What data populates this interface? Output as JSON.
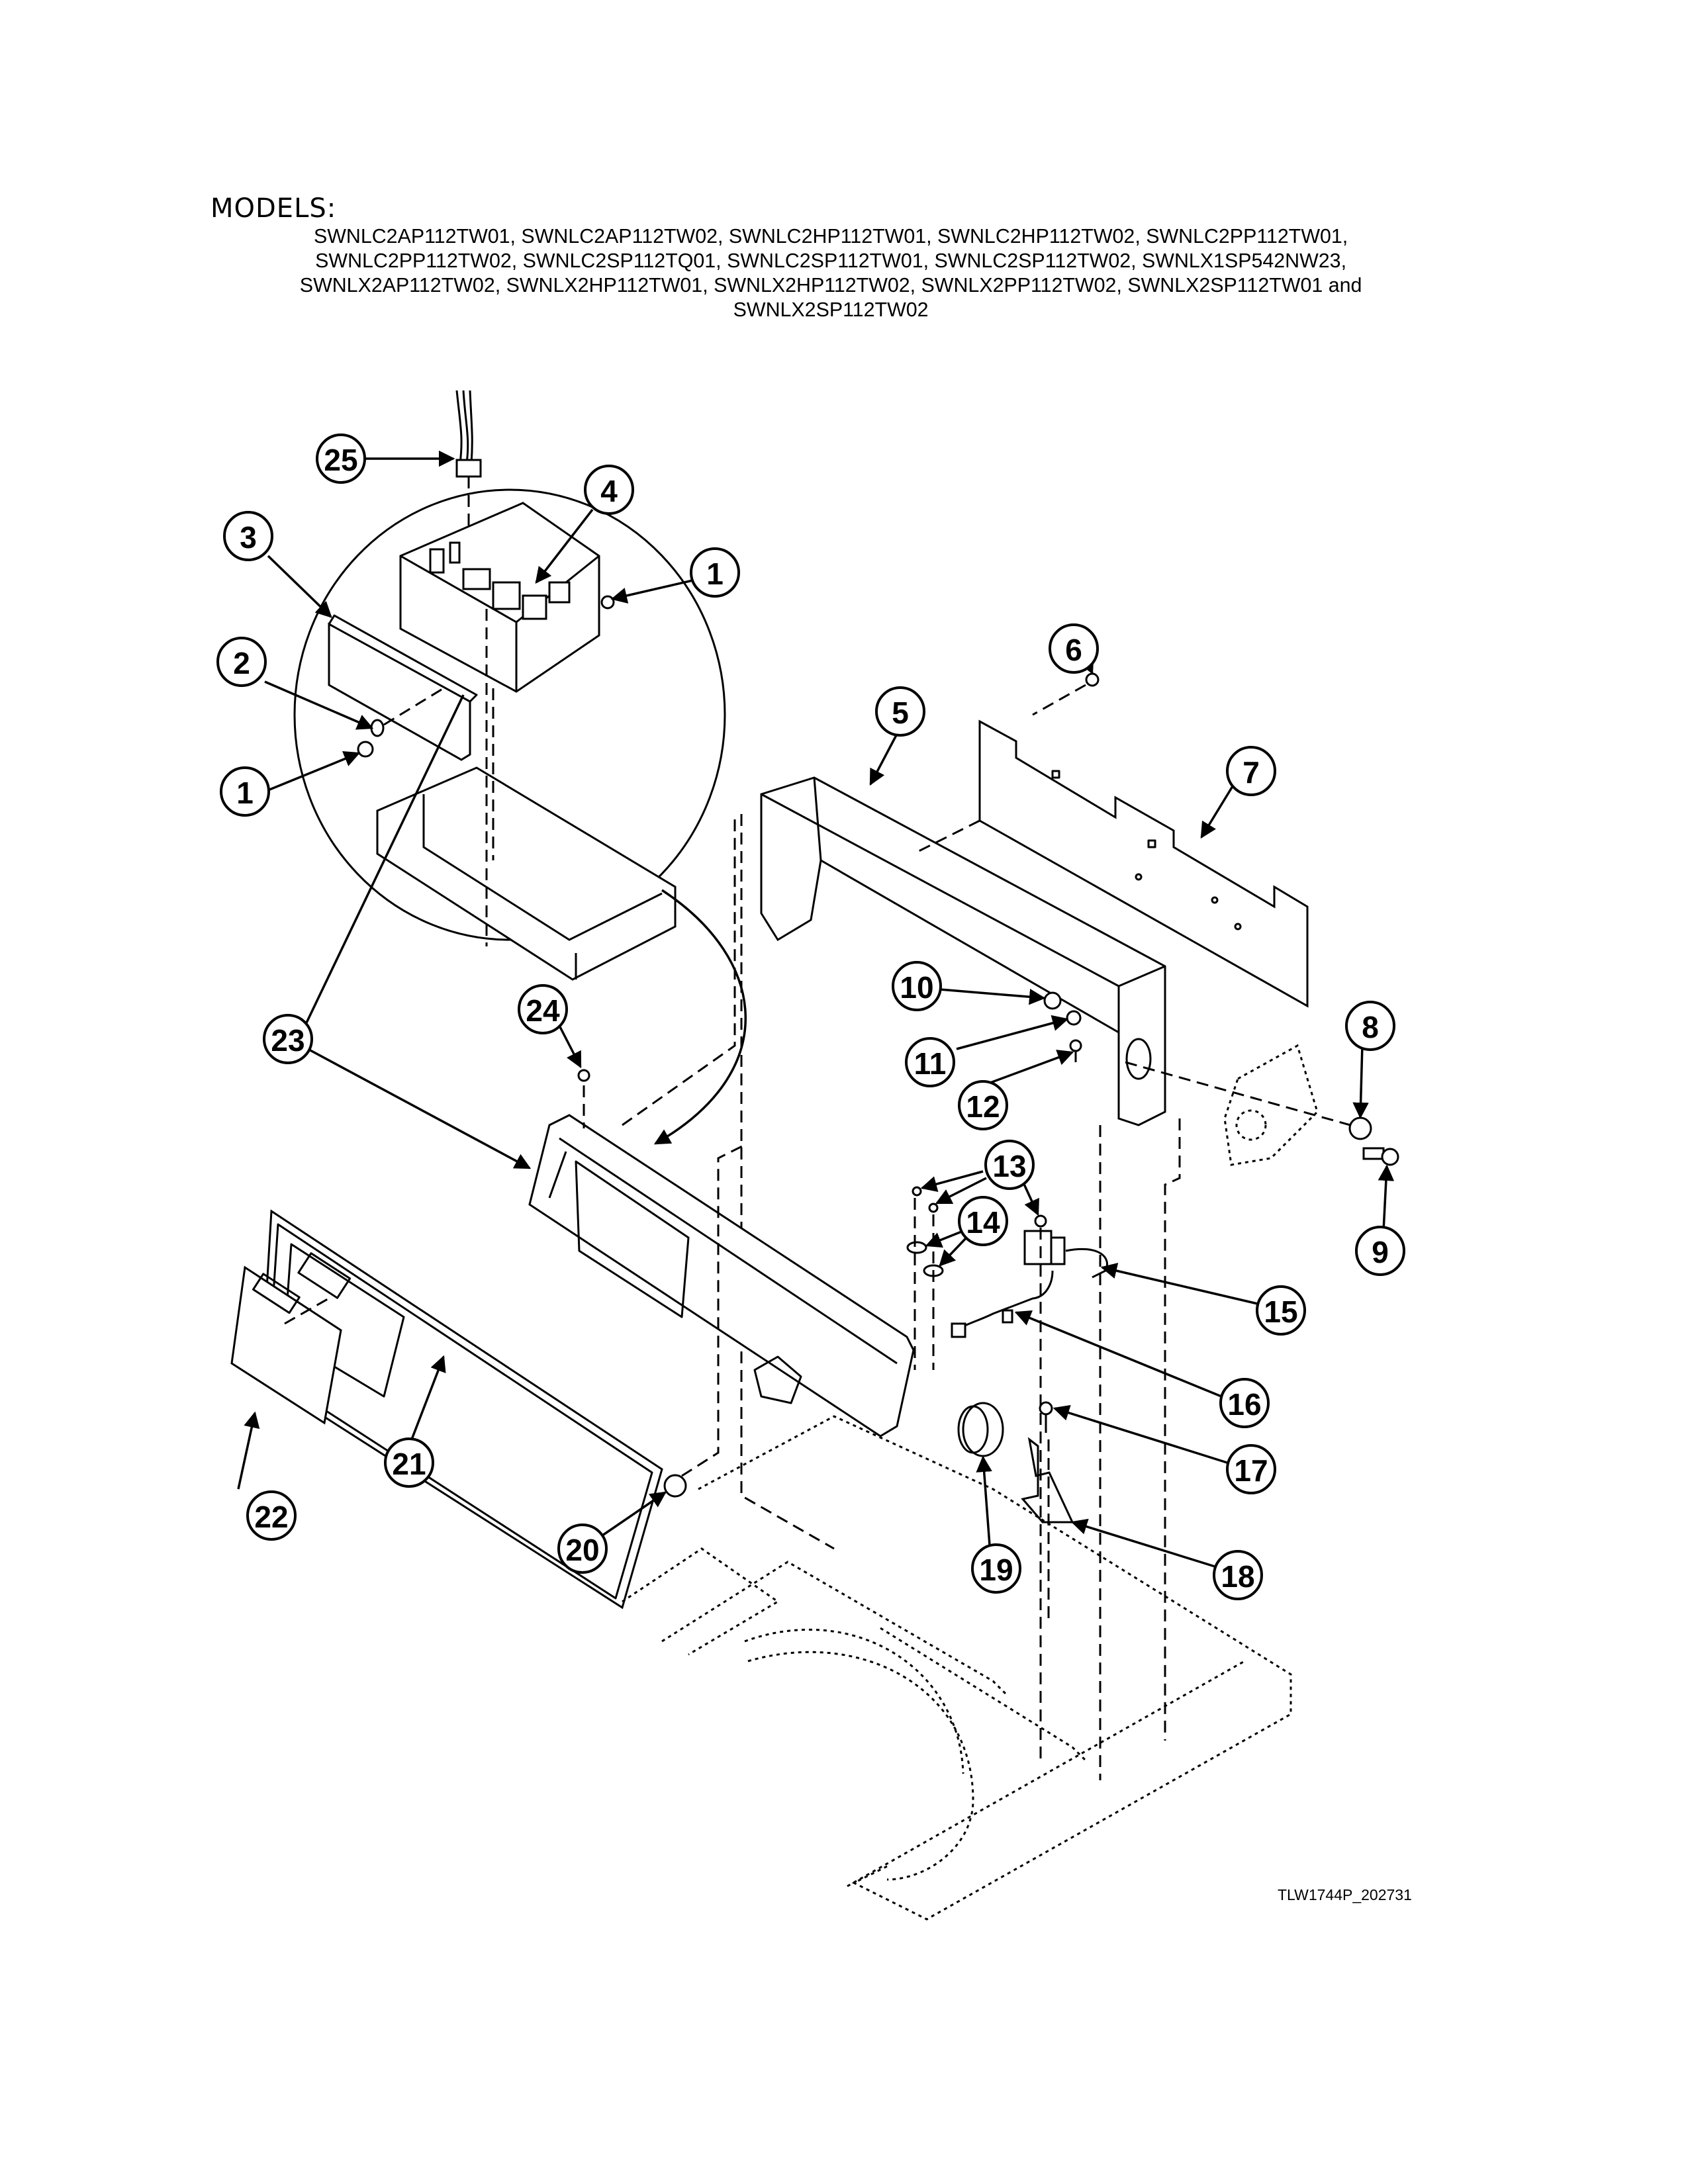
{
  "header": {
    "heading": "MODELS:",
    "lines": [
      "SWNLC2AP112TW01, SWNLC2AP112TW02, SWNLC2HP112TW01, SWNLC2HP112TW02, SWNLC2PP112TW01,",
      "SWNLC2PP112TW02, SWNLC2SP112TQ01, SWNLC2SP112TW01, SWNLC2SP112TW02, SWNLX1SP542NW23,",
      "SWNLX2AP112TW02, SWNLX2HP112TW01, SWNLX2HP112TW02, SWNLX2PP112TW02, SWNLX2SP112TW01 and",
      "SWNLX2SP112TW02"
    ]
  },
  "diagram": {
    "type": "exploded-parts-view",
    "callouts": [
      "1",
      "1",
      "2",
      "3",
      "4",
      "5",
      "6",
      "7",
      "8",
      "9",
      "10",
      "11",
      "12",
      "13",
      "14",
      "15",
      "16",
      "17",
      "18",
      "19",
      "20",
      "21",
      "22",
      "23",
      "24",
      "25"
    ]
  },
  "footer": {
    "code": "TLW1744P_202731"
  }
}
